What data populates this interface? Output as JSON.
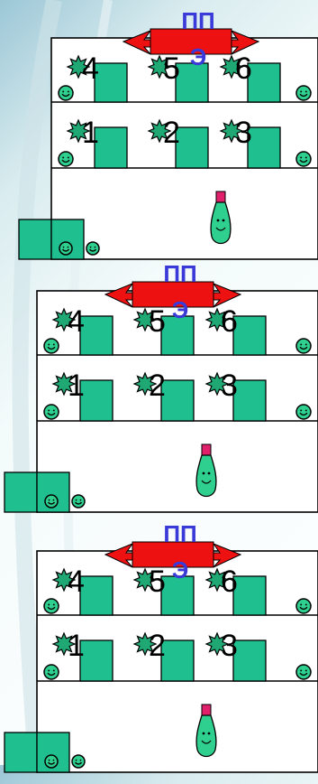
{
  "banner": {
    "line1": "ПП",
    "line2": "Э"
  },
  "rooms": {
    "top": [
      "4",
      "5",
      "6"
    ],
    "bottom": [
      "1",
      "2",
      "3"
    ]
  },
  "colors": {
    "floor_fill": "#ffffff",
    "outline": "#000000",
    "block": "#1fbf8f",
    "star": "#1fa873",
    "banner": "#ee1111",
    "banner_text": "#3a3ad8",
    "smiley": "#2fd08f",
    "pin_cap": "#e0206a"
  },
  "icons": [
    "smiley-icon",
    "star-icon",
    "bowling-pin-icon",
    "banner-icon"
  ]
}
